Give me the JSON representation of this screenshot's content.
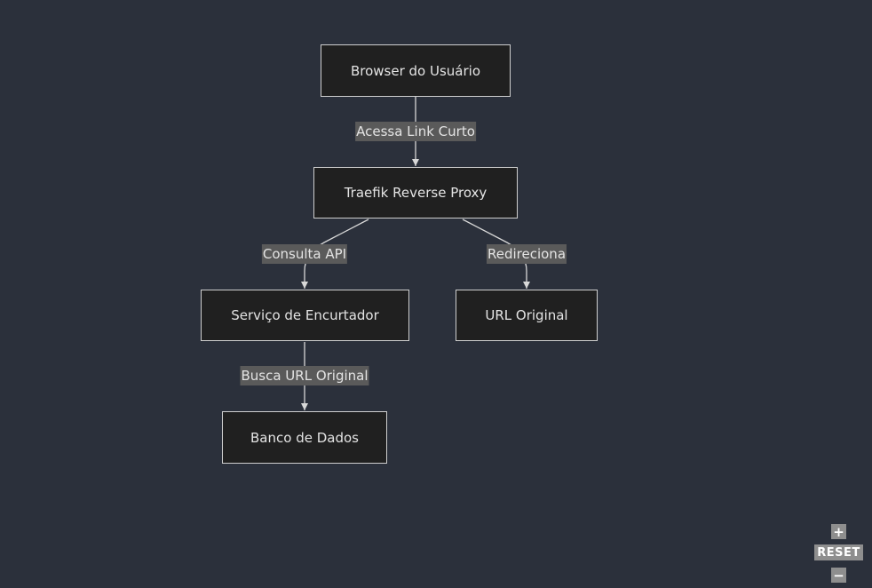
{
  "nodes": {
    "browser": "Browser do Usuário",
    "traefik": "Traefik Reverse Proxy",
    "servico": "Serviço de Encurtador",
    "url_original": "URL Original",
    "banco": "Banco de Dados"
  },
  "edges": {
    "browser_traefik": "Acessa Link Curto",
    "traefik_servico": "Consulta API",
    "traefik_url": "Redireciona",
    "servico_banco": "Busca URL Original"
  },
  "controls": {
    "zoom_in": "+",
    "reset": "RESET",
    "zoom_out": "−"
  }
}
